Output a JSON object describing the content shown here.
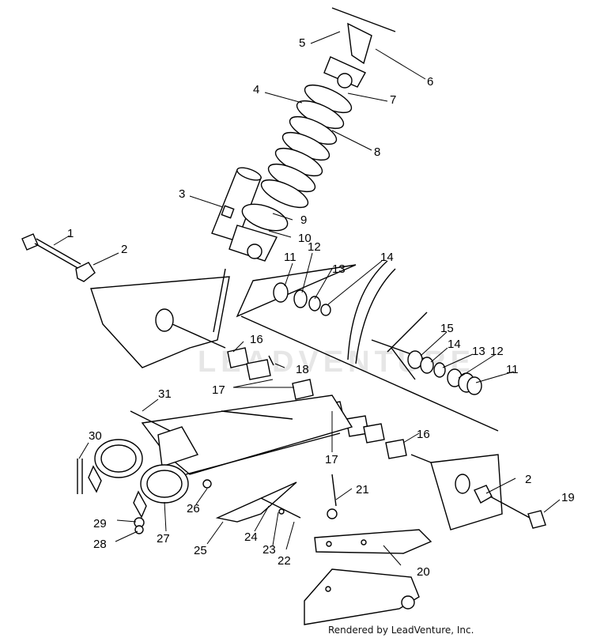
{
  "watermark": "LEADVENTURE",
  "credit": "Rendered by LeadVenture, Inc.",
  "callouts": [
    {
      "id": "c1",
      "label": "1"
    },
    {
      "id": "c2a",
      "label": "2"
    },
    {
      "id": "c2b",
      "label": "2"
    },
    {
      "id": "c3",
      "label": "3"
    },
    {
      "id": "c4",
      "label": "4"
    },
    {
      "id": "c5",
      "label": "5"
    },
    {
      "id": "c6",
      "label": "6"
    },
    {
      "id": "c7",
      "label": "7"
    },
    {
      "id": "c8",
      "label": "8"
    },
    {
      "id": "c9",
      "label": "9"
    },
    {
      "id": "c10",
      "label": "10"
    },
    {
      "id": "c11a",
      "label": "11"
    },
    {
      "id": "c11b",
      "label": "11"
    },
    {
      "id": "c12a",
      "label": "12"
    },
    {
      "id": "c12b",
      "label": "12"
    },
    {
      "id": "c13a",
      "label": "13"
    },
    {
      "id": "c13b",
      "label": "13"
    },
    {
      "id": "c14a",
      "label": "14"
    },
    {
      "id": "c14b",
      "label": "14"
    },
    {
      "id": "c15",
      "label": "15"
    },
    {
      "id": "c16a",
      "label": "16"
    },
    {
      "id": "c16b",
      "label": "16"
    },
    {
      "id": "c17a",
      "label": "17"
    },
    {
      "id": "c17b",
      "label": "17"
    },
    {
      "id": "c18",
      "label": "18"
    },
    {
      "id": "c19",
      "label": "19"
    },
    {
      "id": "c20",
      "label": "20"
    },
    {
      "id": "c21",
      "label": "21"
    },
    {
      "id": "c22",
      "label": "22"
    },
    {
      "id": "c23",
      "label": "23"
    },
    {
      "id": "c24",
      "label": "24"
    },
    {
      "id": "c25",
      "label": "25"
    },
    {
      "id": "c26",
      "label": "26"
    },
    {
      "id": "c27",
      "label": "27"
    },
    {
      "id": "c28",
      "label": "28"
    },
    {
      "id": "c29",
      "label": "29"
    },
    {
      "id": "c30",
      "label": "30"
    },
    {
      "id": "c31",
      "label": "31"
    }
  ]
}
